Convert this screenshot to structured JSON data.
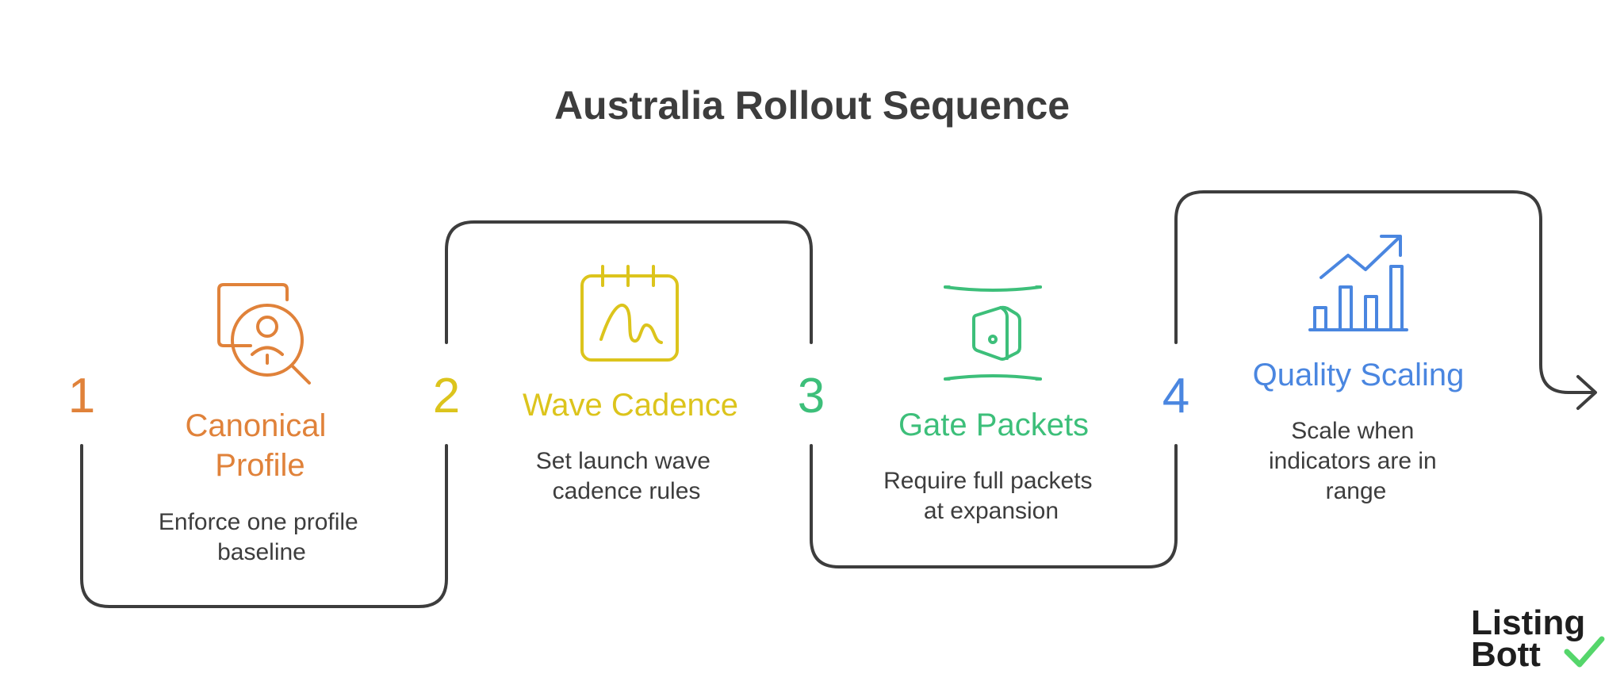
{
  "title": "Australia Rollout Sequence",
  "steps": [
    {
      "number": "1",
      "title_lines": [
        "Canonical",
        "Profile"
      ],
      "description_lines": [
        "Enforce one profile",
        "baseline"
      ],
      "color": "#e0823a",
      "icon": "profile-search-icon"
    },
    {
      "number": "2",
      "title_lines": [
        "Wave Cadence"
      ],
      "description_lines": [
        "Set launch wave",
        "cadence rules"
      ],
      "color": "#dcc41c",
      "icon": "calendar-wave-icon"
    },
    {
      "number": "3",
      "title_lines": [
        "Gate Packets"
      ],
      "description_lines": [
        "Require full packets",
        "at expansion"
      ],
      "color": "#3dbf7a",
      "icon": "packet-gate-icon"
    },
    {
      "number": "4",
      "title_lines": [
        "Quality Scaling"
      ],
      "description_lines": [
        "Scale when",
        "indicators are in",
        "range"
      ],
      "color": "#4a86e0",
      "icon": "growth-chart-icon"
    }
  ],
  "logo": {
    "line1": "Listing",
    "line2": "Bott",
    "check_color": "#55d66b"
  },
  "connector_color": "#3d3d3d"
}
